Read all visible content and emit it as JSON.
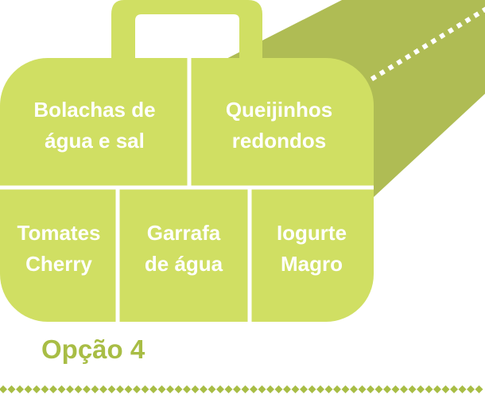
{
  "colors": {
    "bag": "#d0df63",
    "bag_outline": "#ffffff",
    "ribbon": "#afbc54",
    "accent_text": "#a8bd45",
    "label_text": "#ffffff"
  },
  "bag": {
    "compartments": [
      {
        "line1": "Bolachas de",
        "line2": "água e sal"
      },
      {
        "line1": "Queijinhos",
        "line2": "redondos"
      },
      {
        "line1": "Tomates",
        "line2": "Cherry"
      },
      {
        "line1": "Garrafa",
        "line2": "de água"
      },
      {
        "line1": "Iogurte",
        "line2": "Magro"
      }
    ]
  },
  "title": "Opção 4"
}
